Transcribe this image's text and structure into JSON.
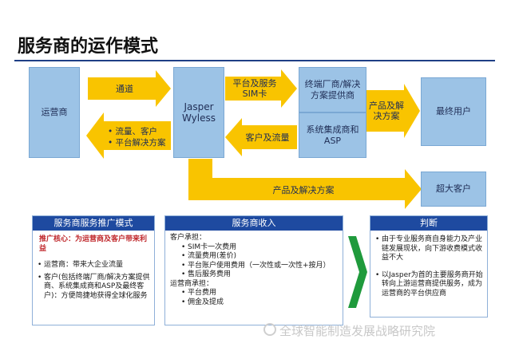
{
  "title": "服务商的运作模式",
  "nodes": {
    "operator": "运营商",
    "jasper": "Jasper Wyless",
    "terminal": "终端厂商/解决方案提供商",
    "integrator": "系统集成商和ASP",
    "end_user": "最终用户",
    "big_customer": "超大客户"
  },
  "arrows": {
    "channel": "通道",
    "traffic_line1": "• 流量、客户",
    "traffic_line2": "• 平台解决方案",
    "platform_sim": "平台及服务SIM卡",
    "customer_traffic": "客户及流量",
    "product_solution_vertical": "产品及解决方案",
    "product_solution_horizontal": "产品及解决方案"
  },
  "panels": {
    "promotion": {
      "header": "服务商服务推广模式",
      "core": "推广核心：为运营商及客户带来利益",
      "items": [
        "运营商：带来大企业流量",
        "客户(包括终端厂商/解决方案提供商、系统集成商和ASP及最终客户)：方便简捷地获得全球化服务"
      ]
    },
    "income": {
      "header": "服务商收入",
      "customer_label": "客户承担：",
      "customer_items": [
        "SIM卡一次费用",
        "流量费用(差价)",
        "平台账户使用费用（一次性或一次性+按月）",
        "售后服务费用"
      ],
      "operator_label": "运营商承担：",
      "operator_items": [
        "平台费用",
        "佣金及提成"
      ]
    },
    "judgement": {
      "header": "判断",
      "items": [
        "由于专业服务商自身能力及产业链发展现状，向下游收费模式收益不大",
        "以Jasper为首的主要服务商开始转向上游运营商提供服务，成为运营商的平台供应商"
      ]
    }
  },
  "watermark": "全球智能制造发展战略研究院",
  "colors": {
    "box": "#9cc3e6",
    "arrow": "#f9c400",
    "header": "#1e4aa0",
    "accent_red": "#c0282c"
  }
}
